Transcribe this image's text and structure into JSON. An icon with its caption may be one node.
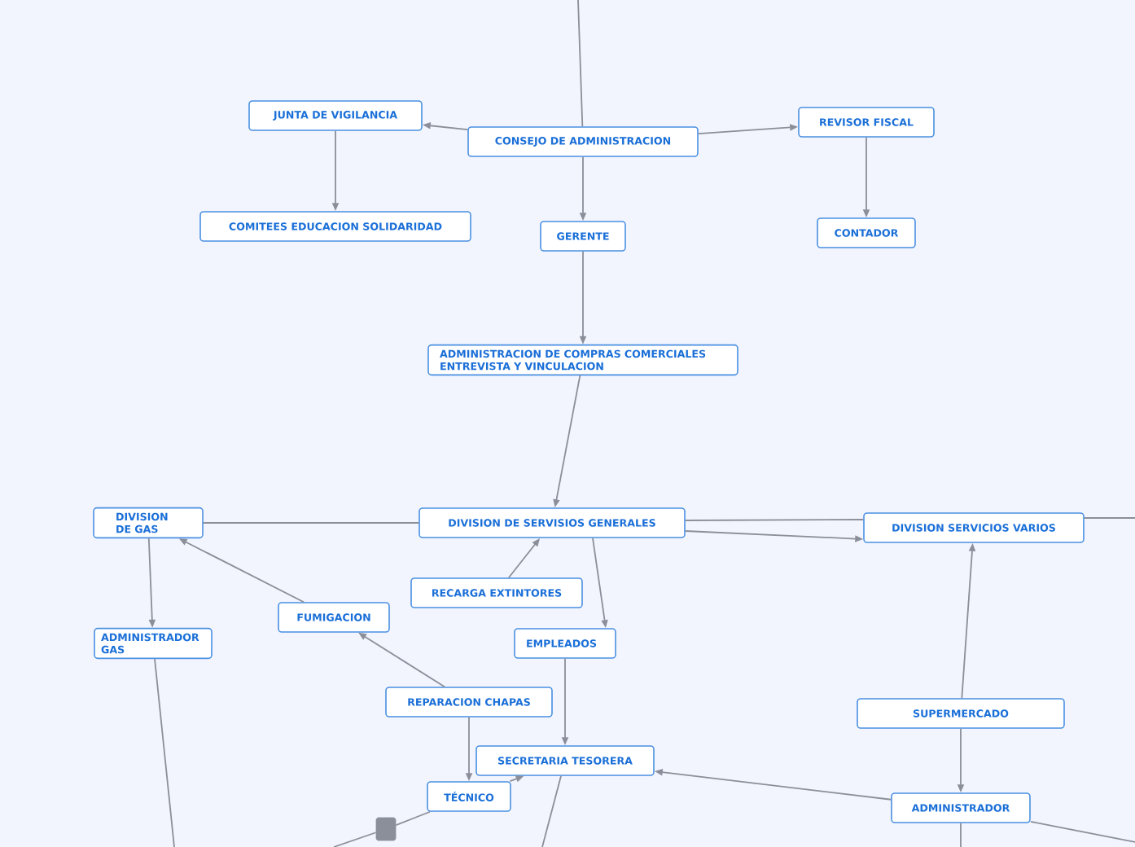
{
  "diagram": {
    "nodes": [
      {
        "text": [
          "CONSEJO DE ADMINISTRACION"
        ]
      },
      {
        "text": [
          "JUNTA DE VIGILANCIA"
        ]
      },
      {
        "text": [
          "REVISOR FISCAL"
        ]
      },
      {
        "text": [
          "COMITEES EDUCACION SOLIDARIDAD"
        ]
      },
      {
        "text": [
          "GERENTE"
        ]
      },
      {
        "text": [
          "CONTADOR"
        ]
      },
      {
        "text": [
          "ADMINISTRACION DE COMPRAS COMERCIALES ENTREVISTA Y VINCULACION"
        ]
      },
      {
        "text": [
          "DIVISION DE SERVISIOS GENERALES"
        ]
      },
      {
        "text": [
          "DIVISION DE GAS"
        ]
      },
      {
        "text": [
          "DIVISION SERVICIOS VARIOS"
        ]
      },
      {
        "text": [
          "RECARGA EXTINTORES"
        ]
      },
      {
        "text": [
          "FUMIGACION"
        ]
      },
      {
        "text": [
          "ADMINISTRADOR GAS"
        ]
      },
      {
        "text": [
          "EMPLEADOS"
        ]
      },
      {
        "text": [
          "REPARACION CHAPAS"
        ]
      },
      {
        "text": [
          "SUPERMERCADO"
        ]
      },
      {
        "text": [
          "SECRETARIA TESORERA"
        ]
      },
      {
        "text": [
          "TÉCNICO"
        ]
      },
      {
        "text": [
          "ADMINISTRADOR"
        ]
      },
      {
        "text": [],
        "shape": "box"
      }
    ],
    "edges": [
      {
        "from": null,
        "to": 0,
        "arrow": "none"
      },
      {
        "from": 0,
        "to": 1,
        "arrow": "to"
      },
      {
        "from": 0,
        "to": 2,
        "arrow": "to"
      },
      {
        "from": 0,
        "to": 4,
        "arrow": "to"
      },
      {
        "from": 1,
        "to": 3,
        "arrow": "to"
      },
      {
        "from": 2,
        "to": 5,
        "arrow": "to"
      },
      {
        "from": 4,
        "to": 6,
        "arrow": "to"
      },
      {
        "from": 6,
        "to": 7,
        "arrow": "to"
      },
      {
        "from": 7,
        "to": 8,
        "arrow": "none"
      },
      {
        "from": 7,
        "to": 9,
        "arrow": "none"
      },
      {
        "from": 7,
        "to": 9,
        "arrow": "to"
      },
      {
        "from": 9,
        "to": null,
        "arrow": "none"
      },
      {
        "from": 8,
        "to": 12,
        "arrow": "to"
      },
      {
        "from": 11,
        "to": 8,
        "arrow": "to"
      },
      {
        "from": 14,
        "to": 11,
        "arrow": "to"
      },
      {
        "from": 10,
        "to": 7,
        "arrow": "to"
      },
      {
        "from": 7,
        "to": 13,
        "arrow": "to"
      },
      {
        "from": 13,
        "to": 16,
        "arrow": "to"
      },
      {
        "from": 14,
        "to": 17,
        "arrow": "to"
      },
      {
        "from": 17,
        "to": 16,
        "arrow": "to"
      },
      {
        "from": 17,
        "to": 19,
        "arrow": "none"
      },
      {
        "from": 19,
        "to": null,
        "arrow": "none"
      },
      {
        "from": 12,
        "to": null,
        "arrow": "none"
      },
      {
        "from": 16,
        "to": null,
        "arrow": "none"
      },
      {
        "from": 18,
        "to": 16,
        "arrow": "to"
      },
      {
        "from": 15,
        "to": 9,
        "arrow": "to"
      },
      {
        "from": 15,
        "to": 18,
        "arrow": "to"
      },
      {
        "from": 18,
        "to": null,
        "arrow": "none"
      },
      {
        "from": 18,
        "to": null,
        "arrow": "none"
      }
    ]
  }
}
